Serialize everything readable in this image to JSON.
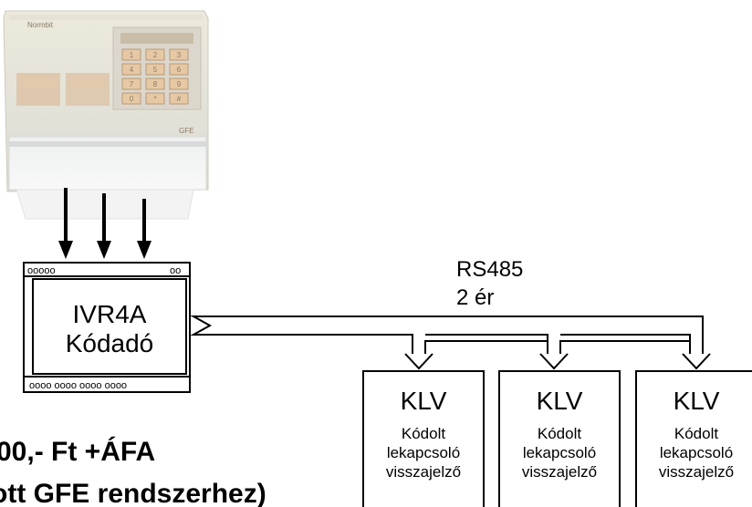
{
  "device": {
    "brand": "Normbit",
    "badge": "GFE",
    "keypad": [
      "1",
      "2",
      "3",
      "4",
      "5",
      "6",
      "7",
      "8",
      "9",
      "0",
      "*",
      "#"
    ]
  },
  "encoder": {
    "line1": "IVR4A",
    "line2": "Kódadó",
    "top_left_terminals": "ooooo",
    "top_right_terminals": "oo",
    "bottom_terminals": "oooo oooo oooo oooo"
  },
  "bus": {
    "line1": "RS485",
    "line2": "2 ér"
  },
  "modules": [
    {
      "title": "KLV",
      "line1": "Kódolt",
      "line2": "lekapcsoló",
      "line3": "visszajelző"
    },
    {
      "title": "KLV",
      "line1": "Kódolt",
      "line2": "lekapcsoló",
      "line3": "visszajelző"
    },
    {
      "title": "KLV",
      "line1": "Kódolt",
      "line2": "lekapcsoló",
      "line3": "visszajelző"
    }
  ],
  "price": {
    "line1": "00,- Ft +ÁFA",
    "line2": "ott GFE rendszerhez)"
  }
}
